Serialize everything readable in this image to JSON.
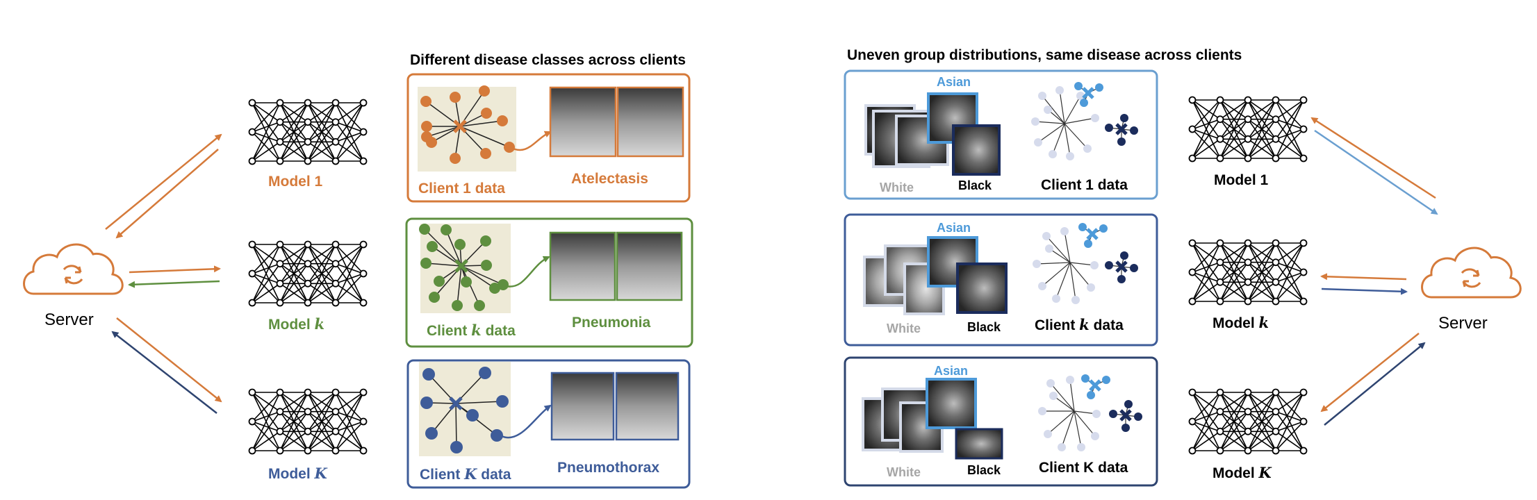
{
  "colors": {
    "orange": "#D57A3A",
    "green": "#5E8F3F",
    "blue": "#3E5C99",
    "navy": "#2E4470",
    "lightblue": "#6A9FD0",
    "cream": "#EEEAD7",
    "asian": "#4D9AD9",
    "darknavy": "#1B2C5C",
    "gray": "#A6A6A6"
  },
  "left": {
    "title": "Different disease classes across clients",
    "server": "Server",
    "models": [
      {
        "name": "Model ",
        "var": "1",
        "var_italic": false
      },
      {
        "name": "Model ",
        "var": "k",
        "var_italic": true
      },
      {
        "name": "Model ",
        "var": "K",
        "var_italic": true
      }
    ],
    "clients": [
      {
        "name": "Client ",
        "var": "1",
        "var_italic": false,
        "suffix": " data",
        "disease": "Atelectasis"
      },
      {
        "name": "Client ",
        "var": "k",
        "var_italic": true,
        "suffix": " data",
        "disease": "Pneumonia"
      },
      {
        "name": "Client ",
        "var": "K",
        "var_italic": true,
        "suffix": " data",
        "disease": "Pneumothorax"
      }
    ]
  },
  "right": {
    "title": "Uneven group distributions, same  disease across clients",
    "server": "Server",
    "groups": {
      "asian": "Asian",
      "white": "White",
      "black": "Black"
    },
    "models": [
      {
        "name": "Model ",
        "var": "1",
        "var_italic": false
      },
      {
        "name": "Model ",
        "var": "k",
        "var_italic": true
      },
      {
        "name": "Model ",
        "var": "K",
        "var_italic": true
      }
    ],
    "clients": [
      {
        "name": "Client ",
        "var": "1",
        "var_italic": false,
        "suffix": " data"
      },
      {
        "name": "Client ",
        "var": "k",
        "var_italic": true,
        "suffix": " data"
      },
      {
        "name": "Client ",
        "var": "K",
        "var_italic": false,
        "suffix": " data"
      }
    ]
  }
}
